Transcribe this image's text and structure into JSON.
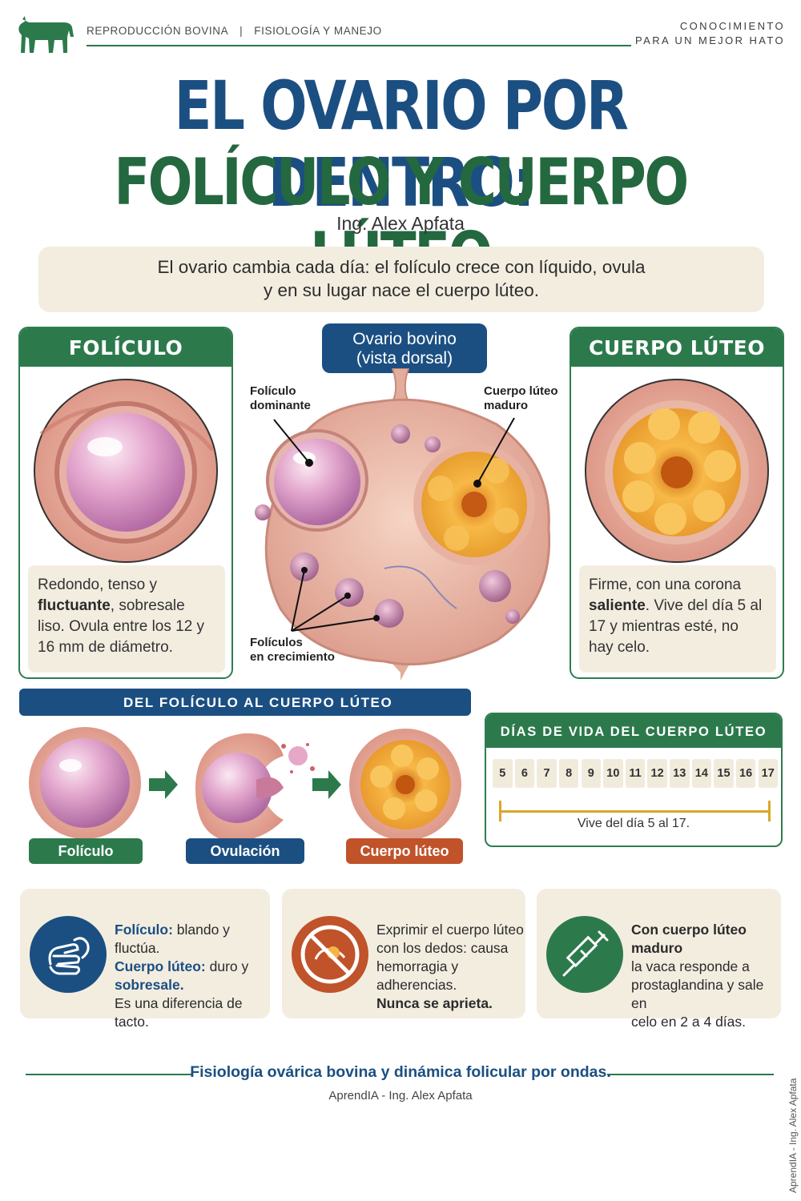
{
  "header": {
    "section": "REPRODUCCIÓN BOVINA",
    "separator": "|",
    "subsection": "FISIOLOGÍA Y MANEJO",
    "tagline_line1": "CONOCIMIENTO",
    "tagline_line2": "PARA UN MEJOR HATO",
    "icon": "cow-icon"
  },
  "title": {
    "line1": "EL OVARIO POR DENTRO:",
    "line2": "FOLÍCULO Y CUERPO LÚTEO",
    "author": "Ing. Alex Apfata"
  },
  "intro": {
    "line1": "El ovario cambia cada día: el folículo crece con líquido, ovula",
    "line2": "y en su lugar nace el cuerpo lúteo."
  },
  "folicle_card": {
    "title": "FOLÍCULO",
    "text_p1": "Redondo, tenso y ",
    "text_bold": "fluctuante",
    "text_p2": ", sobresale liso. Ovula entre los 12 y 16 mm de diámetro."
  },
  "ovary": {
    "badge_line1": "Ovario bovino",
    "badge_line2": "(vista dorsal)",
    "callout_dominant_1": "Folículo",
    "callout_dominant_2": "dominante",
    "callout_cl_1": "Cuerpo lúteo",
    "callout_cl_2": "maduro",
    "callout_growing_1": "Folículos",
    "callout_growing_2": "en crecimiento"
  },
  "cl_card": {
    "title": "CUERPO LÚTEO",
    "text_p1": "Firme, con una corona ",
    "text_bold": "saliente",
    "text_p2": ". Vive del día 5 al 17 y mientras esté, no hay celo."
  },
  "process": {
    "title": "DEL FOLÍCULO AL CUERPO LÚTEO",
    "steps": [
      "Folículo",
      "Ovulación",
      "Cuerpo lúteo"
    ],
    "colors": {
      "step1": "#2c7a4c",
      "step2": "#1b4f82",
      "step3": "#c0532a"
    }
  },
  "days": {
    "title": "DÍAS DE VIDA DEL CUERPO LÚTEO",
    "values": [
      "5",
      "6",
      "7",
      "8",
      "9",
      "10",
      "11",
      "12",
      "13",
      "14",
      "15",
      "16",
      "17"
    ],
    "note": "Vive del día 5 al 17."
  },
  "tips": [
    {
      "icon": "palpation-hand-icon",
      "hl1": "Folículo:",
      "t1": " blando y fluctúa.",
      "hl2": "Cuerpo lúteo:",
      "t2": " duro y",
      "hl3": "sobresale.",
      "t3": "Es una diferencia de tacto."
    },
    {
      "icon": "no-squeeze-icon",
      "l1": "Exprimir el cuerpo lúteo",
      "l2": "con los dedos: causa",
      "l3": "hemorragia y adherencias.",
      "l4": "Nunca se aprieta."
    },
    {
      "icon": "syringe-icon",
      "l1": "Con cuerpo lúteo maduro",
      "l2": "la vaca responde a",
      "l3": "prostaglandina y sale en",
      "l4": "celo en 2 a 4 días."
    }
  ],
  "footer": {
    "main": "Fisiología ovárica bovina y dinámica folicular por ondas.",
    "sub": "AprendIA - Ing. Alex Apfata",
    "vertical": "AprendIA - Ing. Alex Apfata"
  },
  "colors": {
    "navy": "#1b4f82",
    "green": "#2c7a4c",
    "cream": "#f3ede0",
    "orange": "#c0532a",
    "gold": "#d9a72c"
  }
}
